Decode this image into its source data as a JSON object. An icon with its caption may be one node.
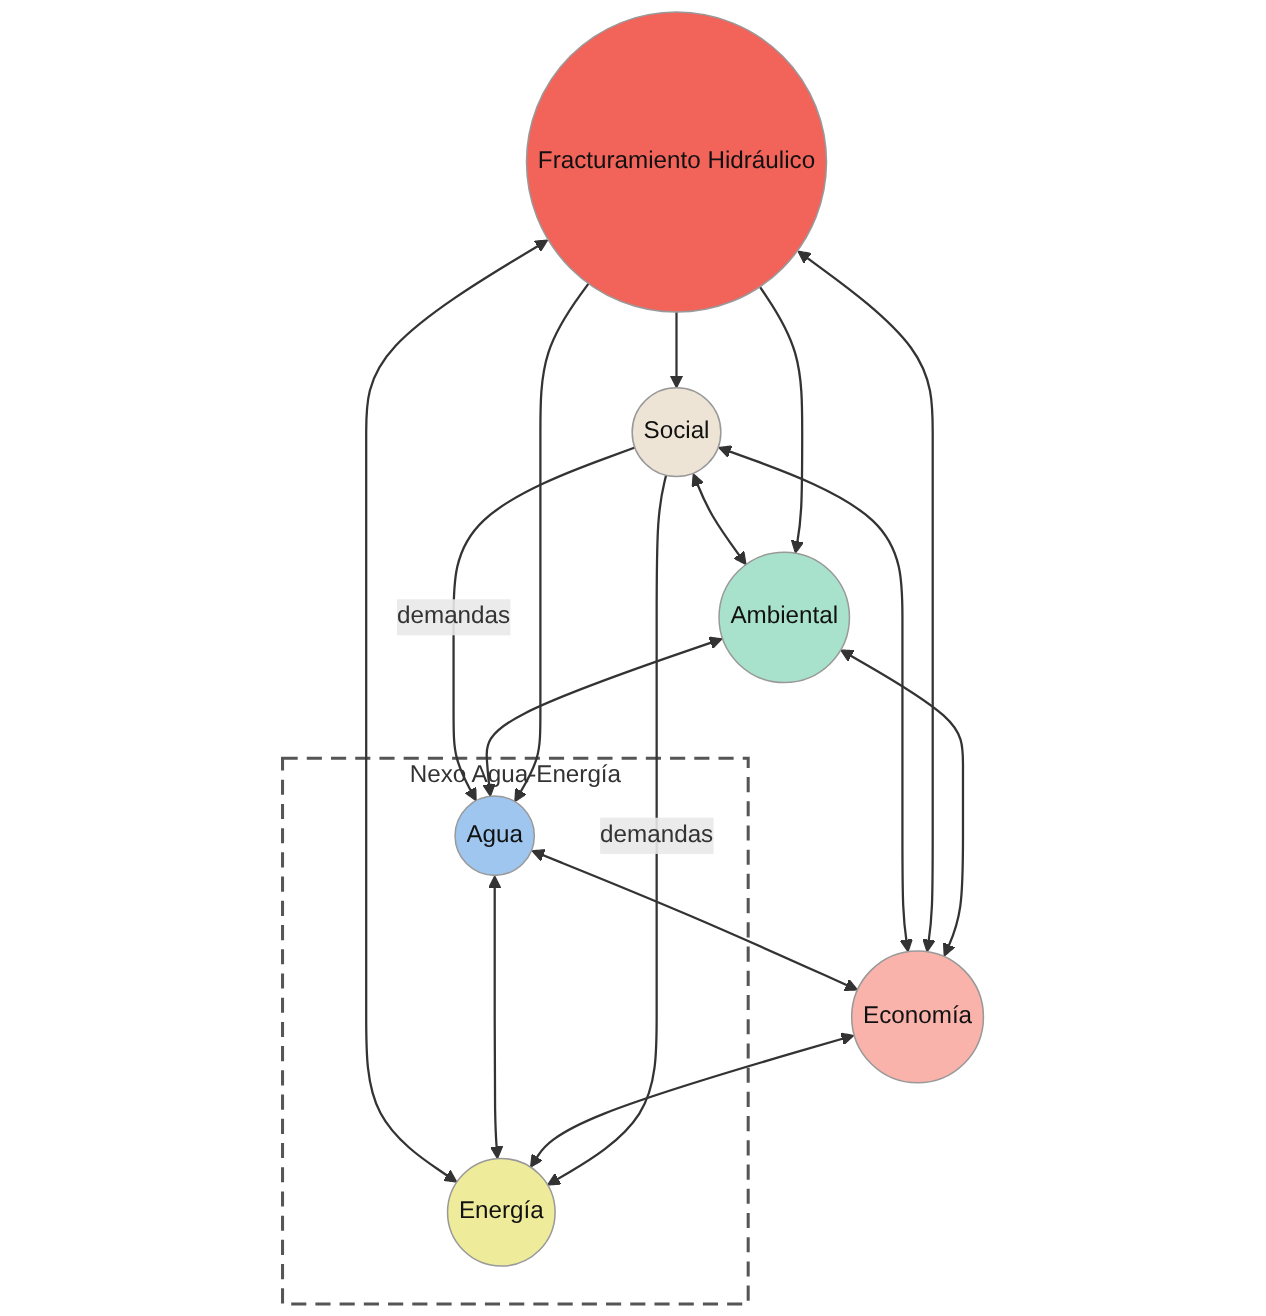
{
  "diagram": {
    "nodes": [
      {
        "text": [
          "Ambiental"
        ]
      },
      {
        "text": [
          "Social"
        ]
      },
      {
        "text": [
          "Nexo Agua-Energía"
        ]
      },
      {
        "text": [
          "Agua"
        ],
        "in": 2
      },
      {
        "text": [
          "Fracturamiento Hidráulico"
        ]
      },
      {
        "text": [
          "Economía"
        ]
      },
      {
        "text": [
          "Energía"
        ],
        "in": 2
      }
    ],
    "edges": [
      {
        "from": 1,
        "to": 0,
        "arrow": "both"
      },
      {
        "from": 1,
        "to": 3,
        "arrow": "to",
        "label": "demandas"
      },
      {
        "from": 0,
        "to": 3,
        "arrow": "both"
      },
      {
        "from": 4,
        "to": 0,
        "arrow": "to"
      },
      {
        "from": 4,
        "to": 1,
        "arrow": "to"
      },
      {
        "from": 4,
        "to": 3,
        "arrow": "to"
      },
      {
        "from": 5,
        "to": 0,
        "arrow": "both"
      },
      {
        "from": 1,
        "to": 5,
        "arrow": "both"
      },
      {
        "from": 4,
        "to": 5,
        "arrow": "both"
      },
      {
        "from": 3,
        "to": 5,
        "arrow": "both"
      },
      {
        "from": 4,
        "to": 6,
        "arrow": "both"
      },
      {
        "from": 3,
        "to": 6,
        "arrow": "both"
      },
      {
        "from": 5,
        "to": 6,
        "arrow": "both"
      },
      {
        "from": 1,
        "to": 6,
        "arrow": "to",
        "label": "demandas"
      }
    ]
  }
}
